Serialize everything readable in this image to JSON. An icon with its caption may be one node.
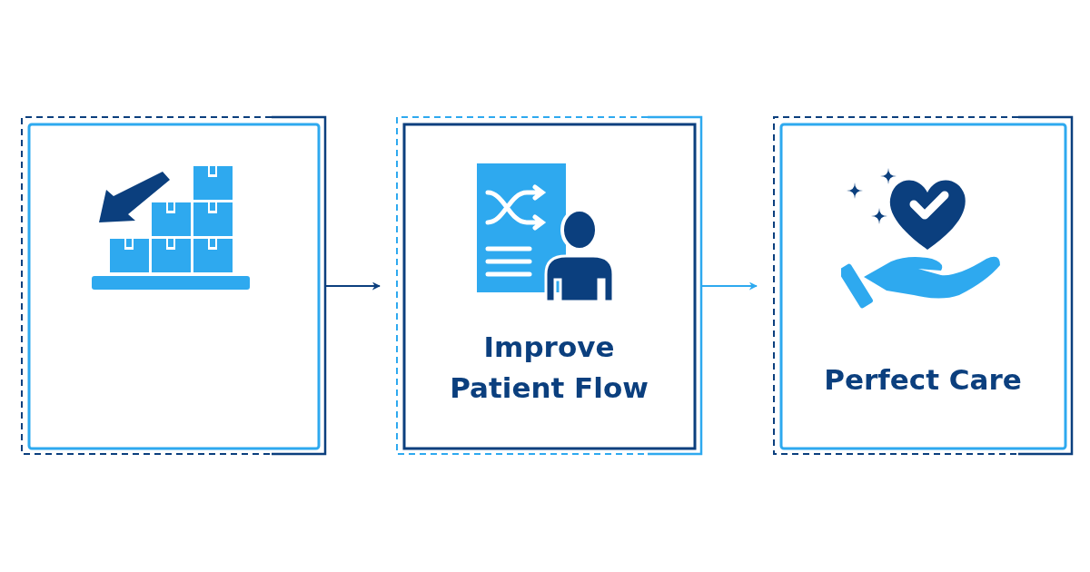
{
  "diagram": {
    "nodes": [
      {
        "text": [],
        "shape": "box"
      },
      {
        "text": [
          "Improve Patient Flow"
        ]
      },
      {
        "text": [
          "Perfect Care"
        ]
      }
    ],
    "edges": [
      {
        "from": 0,
        "to": 1,
        "arrow": "to",
        "color": "#0b3f7e"
      },
      {
        "from": 1,
        "to": 2,
        "arrow": "to",
        "color": "#2ea9ef"
      }
    ]
  }
}
